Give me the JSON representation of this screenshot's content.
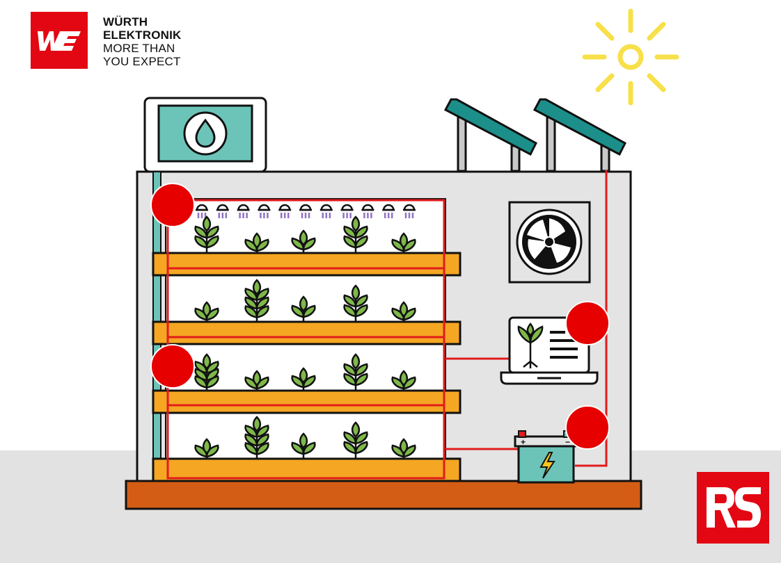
{
  "brand_left": {
    "mark": "WE",
    "line1": "WÜRTH",
    "line2": "ELEKTRONIK",
    "line3": "MORE THAN",
    "line4": "YOU EXPECT"
  },
  "brand_right": {
    "mark": "RS"
  },
  "colors": {
    "brand_red": "#e30613",
    "teal": "#6cc4b9",
    "solar_panel": "#1d8f8a",
    "shelf_orange": "#f5a623",
    "base_orange": "#d45d15",
    "wall_grey": "#e4e4e4",
    "floor_grey": "#e2e2e2",
    "sun_yellow": "#f7e04a",
    "leaf_green": "#7fb84a",
    "sprinkler_purple": "#8f72c2",
    "wire_red": "#e21b1b",
    "sensor_red": "#e60000",
    "outline": "#111111"
  },
  "icons": [
    "water-drop-icon",
    "fan-icon",
    "laptop-icon",
    "battery-icon",
    "lightning-icon",
    "sun-icon",
    "plant-icon",
    "sprinkler-icon",
    "solar-panel-icon"
  ]
}
